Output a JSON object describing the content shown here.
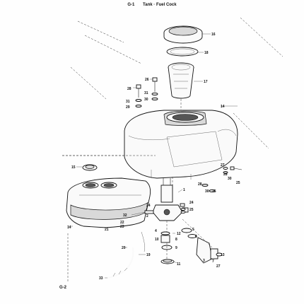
{
  "header": {
    "code": "G-1",
    "title": "Tank · Fuel Cock"
  },
  "footer": {
    "page": "G-2"
  },
  "parts": {
    "p16": "16",
    "p18": "18",
    "p17": "17",
    "p26": "26",
    "p28a": "28",
    "p31a": "31",
    "p30a": "30",
    "p29": "29",
    "p32": "32",
    "p14a": "14",
    "p15": "15",
    "p14b": "14",
    "p22": "22",
    "p21": "21",
    "p23": "23",
    "p27a": "27",
    "p28b": "28",
    "p31b": "31",
    "p30b": "30",
    "p25a": "25",
    "p28c": "28",
    "p30c": "30",
    "p25b": "25",
    "p1": "1",
    "p24a": "24",
    "p25c": "25",
    "p24b": "24",
    "p2": "2",
    "p4": "4",
    "p10": "10",
    "p12": "12",
    "p5": "5",
    "p6": "6",
    "p8": "8",
    "p9": "9",
    "p3": "3",
    "p7": "7",
    "p13": "13",
    "p27b": "27",
    "p20": "20",
    "p19": "19",
    "p11": "11",
    "p33": "33"
  }
}
